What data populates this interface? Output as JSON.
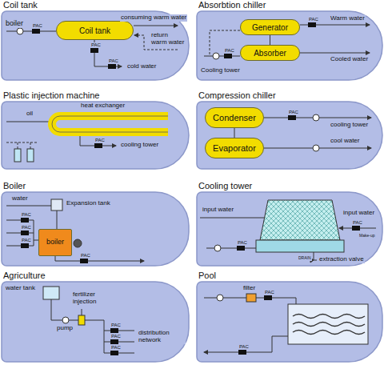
{
  "diagram": {
    "nodes": [
      {
        "text": [
          "Coil tank"
        ]
      },
      {
        "text": [
          "Coil tank"
        ],
        "in": 0
      },
      {
        "text": [
          "Absorbtion chiller"
        ]
      },
      {
        "text": [
          "Generator"
        ],
        "in": 2
      },
      {
        "text": [
          "Absorber"
        ],
        "in": 2
      },
      {
        "text": [
          "Plastic injection machine"
        ]
      },
      {
        "text": [
          "Compression chiller"
        ]
      },
      {
        "text": [
          "Condenser"
        ],
        "in": 6
      },
      {
        "text": [
          "Evaporator"
        ],
        "in": 6
      },
      {
        "text": [
          "Boiler"
        ]
      },
      {
        "text": [
          "boiler"
        ],
        "in": 9
      },
      {
        "text": [
          "Cooling tower"
        ]
      },
      {
        "text": [
          "Agriculture"
        ]
      },
      {
        "text": [
          "Pool"
        ]
      }
    ],
    "edges": [
      {
        "from": 3,
        "to": 4,
        "arrow": "none"
      },
      {
        "from": 7,
        "to": 8,
        "arrow": "none"
      }
    ],
    "labels": [
      "boiler",
      "PAC",
      "consuming warm water",
      "return warm water",
      "PAC",
      "PAC",
      "cold water",
      "Warm water",
      "PAC",
      "Cooling tower",
      "PAC",
      "Cooled water",
      "heat exchanger",
      "oil",
      "PAC",
      "cooling tower",
      "PAC",
      "cooling tower",
      "cool water",
      "water",
      "Expansion tank",
      "PAC",
      "PAC",
      "PAC",
      "PAC",
      "input water",
      "input water",
      "PAC",
      "Make-up",
      "PAC",
      "extraction valve",
      "DRAIN",
      "water tank",
      "fertilizer injection",
      "pump",
      "PAC",
      "PAC",
      "PAC",
      "distribution network",
      "filter",
      "PAC",
      "PAC"
    ]
  }
}
